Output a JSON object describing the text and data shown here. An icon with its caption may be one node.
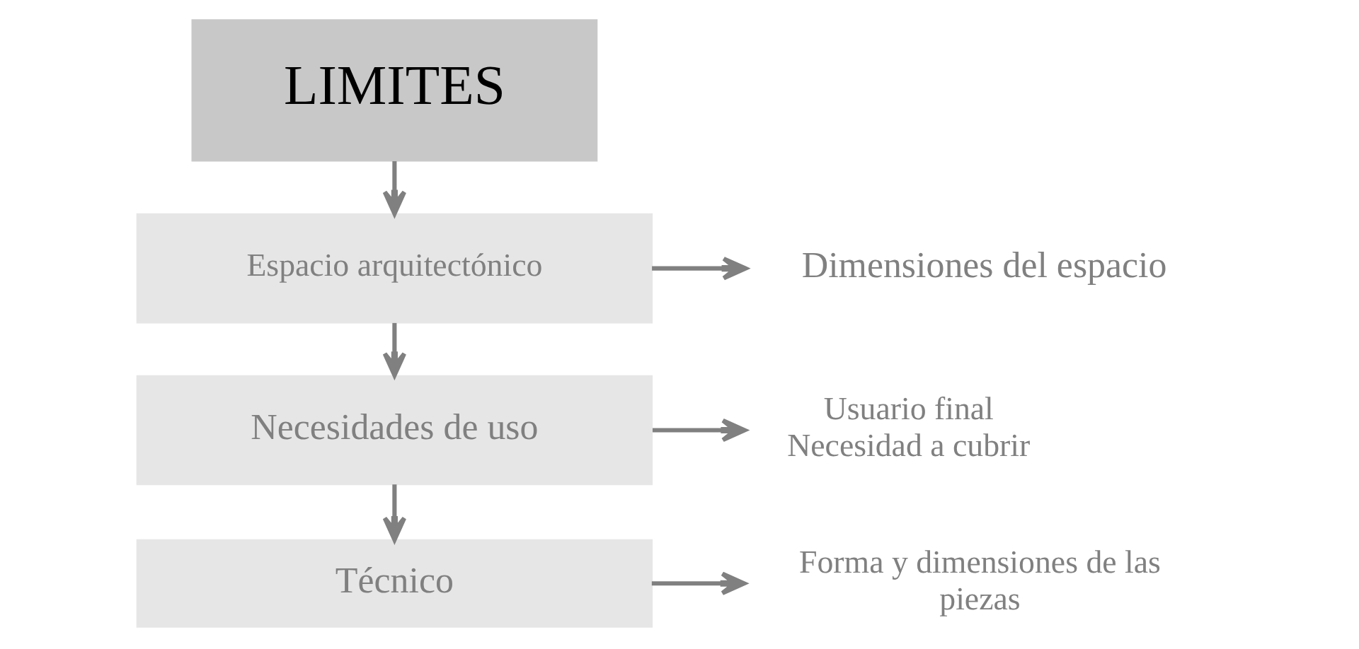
{
  "diagram": {
    "nodes": [
      {
        "text": [
          "LIMITES"
        ]
      },
      {
        "text": [
          "Espacio arquitectónico"
        ]
      },
      {
        "text": [
          "Dimensiones del espacio"
        ]
      },
      {
        "text": [
          "Necesidades de uso"
        ]
      },
      {
        "text": [
          "Usuario final",
          "Necesidad a cubrir"
        ]
      },
      {
        "text": [
          "Técnico"
        ]
      },
      {
        "text": [
          "Forma y dimensiones de las piezas"
        ]
      }
    ],
    "edges": [
      {
        "from": 0,
        "to": 1,
        "arrow": "to"
      },
      {
        "from": 1,
        "to": 2,
        "arrow": "to"
      },
      {
        "from": 1,
        "to": 3,
        "arrow": "to"
      },
      {
        "from": 3,
        "to": 4,
        "arrow": "to"
      },
      {
        "from": 3,
        "to": 5,
        "arrow": "to"
      },
      {
        "from": 5,
        "to": 6,
        "arrow": "to"
      }
    ]
  }
}
